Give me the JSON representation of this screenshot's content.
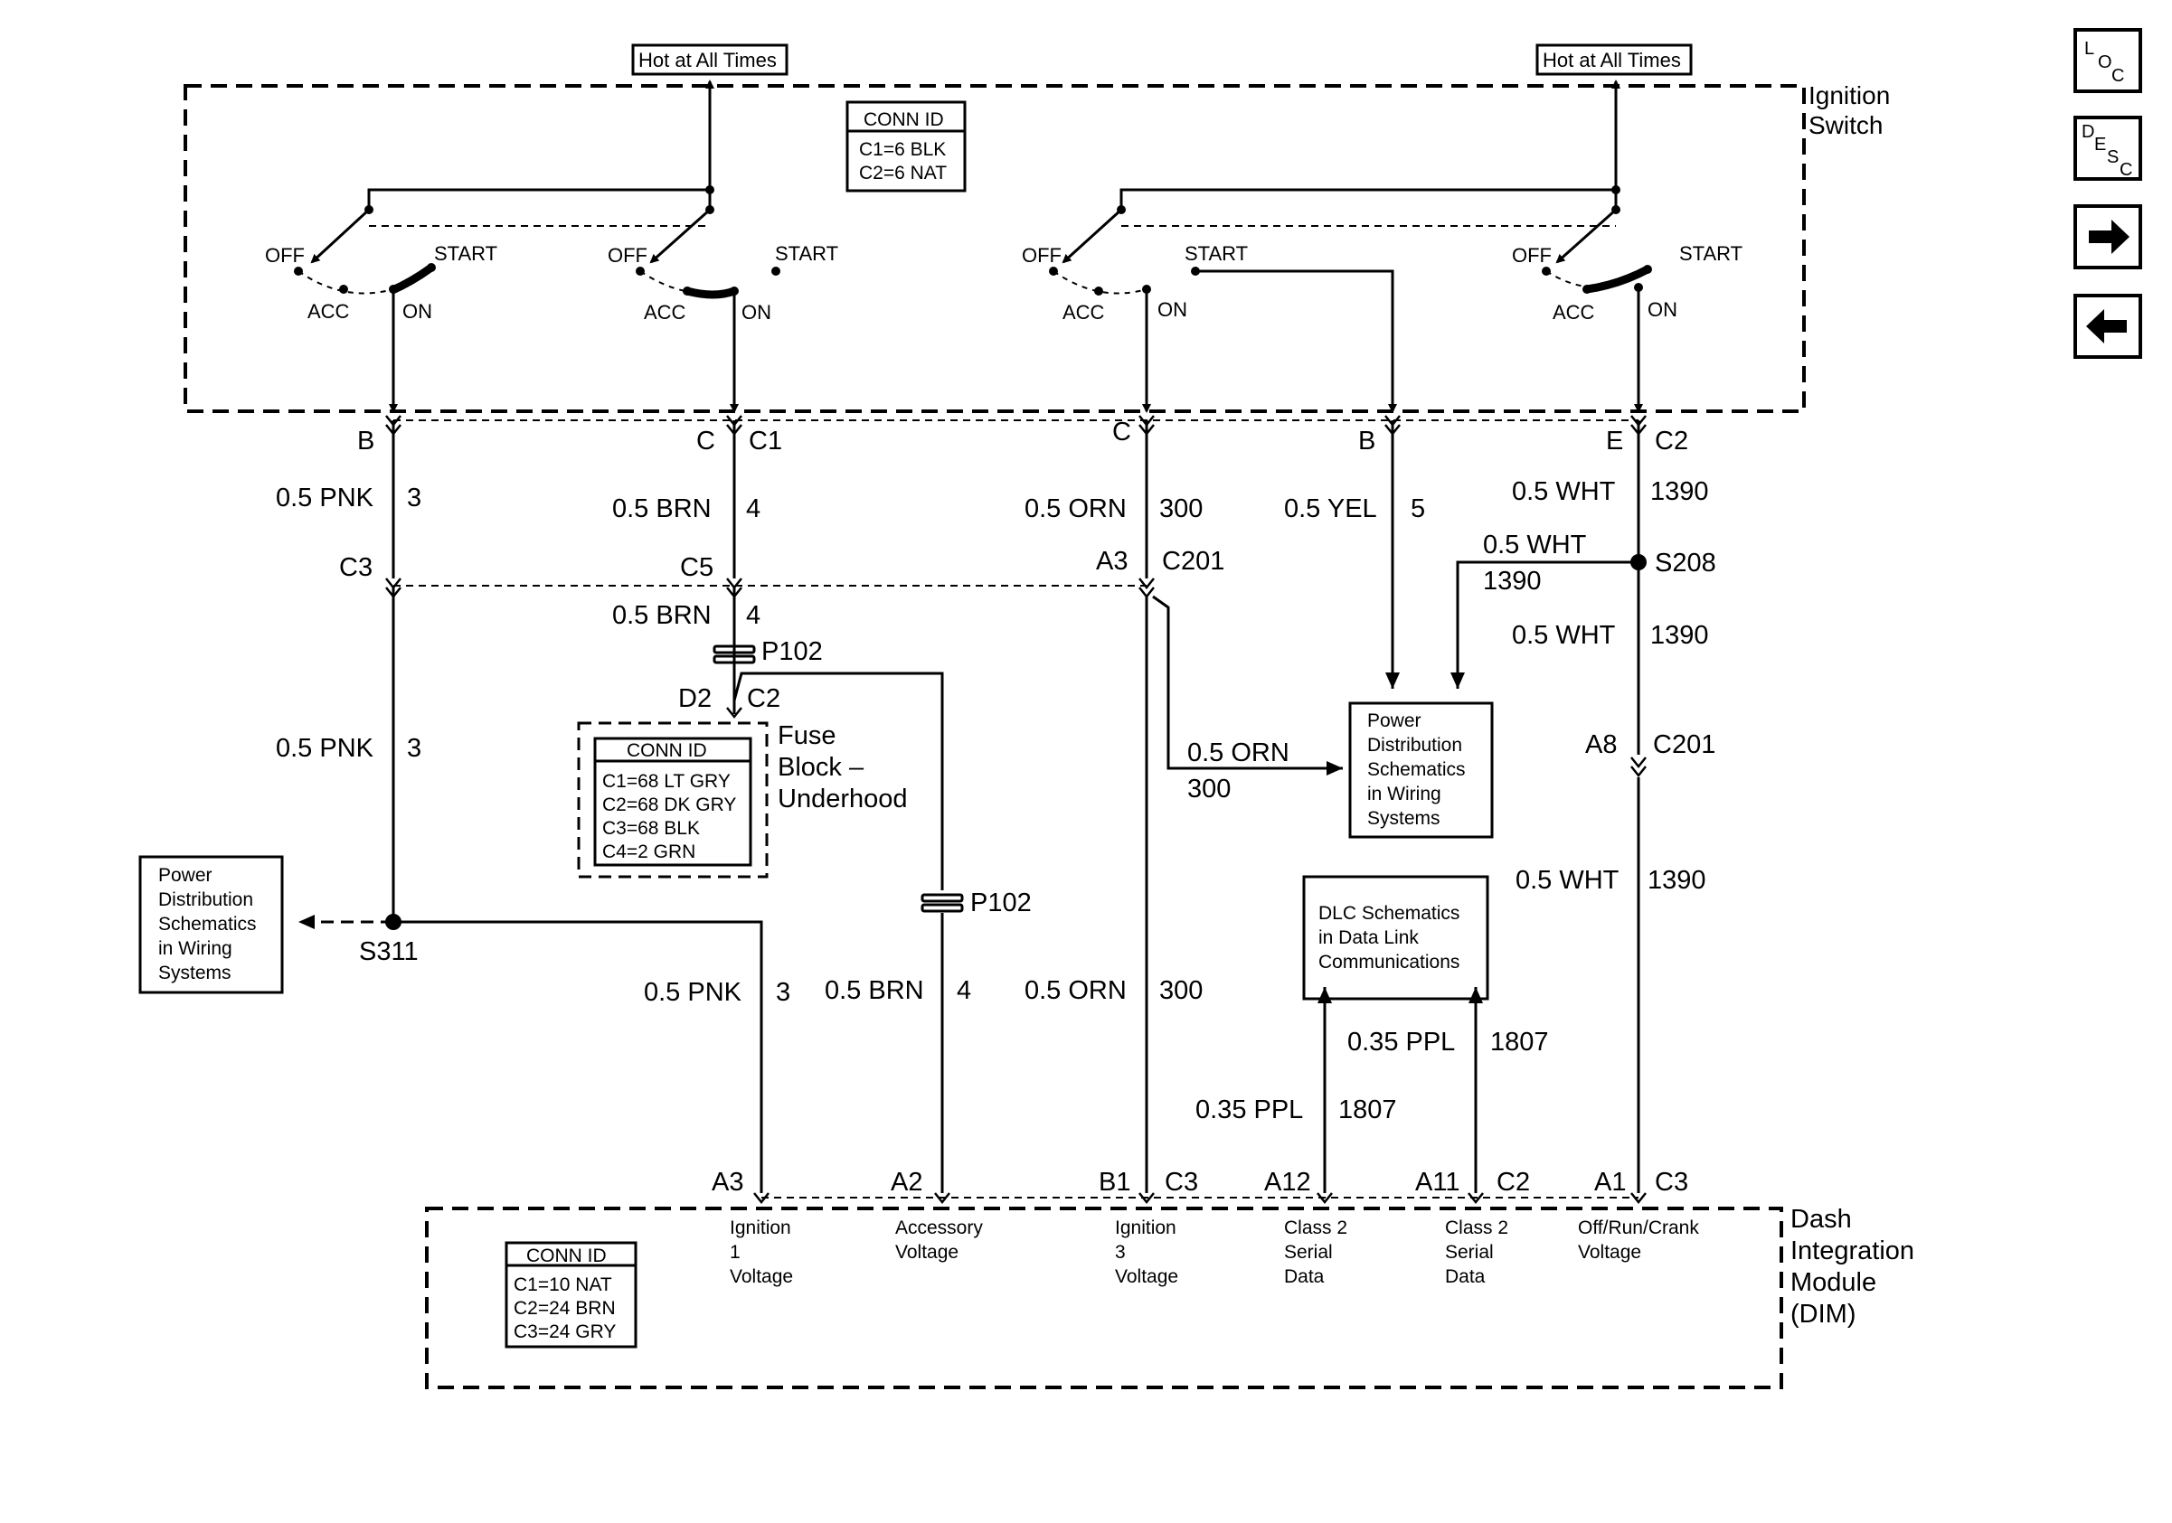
{
  "ignition_switch": {
    "title_line1": "Ignition",
    "title_line2": "Switch",
    "hot_at_all_times_left": "Hot at All Times",
    "hot_at_all_times_right": "Hot at All Times",
    "conn_id": {
      "title": "CONN ID",
      "lines": [
        "C1=6 BLK",
        "C2=6 NAT"
      ]
    },
    "positions": {
      "off": "OFF",
      "start": "START",
      "acc": "ACC",
      "on": "ON"
    }
  },
  "switch_pins": {
    "b1": "B",
    "c1": "C",
    "c1_conn": "C1",
    "c2": "C",
    "b2": "B",
    "e2": "E",
    "c2_conn": "C2"
  },
  "wires": {
    "pnk_top": "0.5 PNK",
    "pnk_top_n": "3",
    "brn_top": "0.5 BRN",
    "brn_top_n": "4",
    "orn_top": "0.5 ORN",
    "orn_top_n": "300",
    "yel_top": "0.5 YEL",
    "yel_top_n": "5",
    "wht_top": "0.5 WHT",
    "wht_top_n": "1390",
    "wht_splice": "0.5 WHT",
    "wht_splice_n": "1390",
    "wht_mid": "0.5 WHT",
    "wht_mid_n": "1390",
    "wht_low": "0.5 WHT",
    "wht_low_n": "1390",
    "brn_mid": "0.5 BRN",
    "brn_mid_n": "4",
    "pnk_mid": "0.5 PNK",
    "pnk_mid_n": "3",
    "orn_branch": "0.5 ORN",
    "orn_branch_n": "300",
    "pnk_low": "0.5 PNK",
    "pnk_low_n": "3",
    "brn_low": "0.5 BRN",
    "brn_low_n": "4",
    "orn_low": "0.5 ORN",
    "orn_low_n": "300",
    "ppl_a": "0.35 PPL",
    "ppl_a_n": "1807",
    "ppl_b": "0.35 PPL",
    "ppl_b_n": "1807"
  },
  "connectors": {
    "c3": "C3",
    "c5": "C5",
    "a3": "A3",
    "c201": "C201",
    "a8": "A8",
    "c201_b": "C201",
    "d2": "D2",
    "c2": "C2",
    "p102_top": "P102",
    "p102_low": "P102",
    "s208": "S208",
    "s311": "S311"
  },
  "fuse_block": {
    "title_line1": "Fuse",
    "title_line2": "Block –",
    "title_line3": "Underhood",
    "conn_id": {
      "title": "CONN ID",
      "lines": [
        "C1=68 LT GRY",
        "C2=68 DK GRY",
        "C3=68 BLK",
        "C4=2 GRN"
      ]
    }
  },
  "power_dist_left": {
    "lines": [
      "Power",
      "Distribution",
      "Schematics",
      "in Wiring",
      "Systems"
    ]
  },
  "power_dist_right": {
    "lines": [
      "Power",
      "Distribution",
      "Schematics",
      "in Wiring",
      "Systems"
    ]
  },
  "dlc_box": {
    "lines": [
      "DLC Schematics",
      "in Data Link",
      "Communications"
    ]
  },
  "dim": {
    "title_lines": [
      "Dash",
      "Integration",
      "Module",
      "(DIM)"
    ],
    "conn_id": {
      "title": "CONN ID",
      "lines": [
        "C1=10 NAT",
        "C2=24 BRN",
        "C3=24 GRY"
      ]
    },
    "pins": {
      "a3": "A3",
      "a2": "A2",
      "b1": "B1",
      "c3": "C3",
      "a12": "A12",
      "a11": "A11",
      "c2": "C2",
      "a1": "A1",
      "c3b": "C3"
    },
    "terminals": {
      "ign1": [
        "Ignition",
        "1",
        "Voltage"
      ],
      "acc": [
        "Accessory",
        "Voltage"
      ],
      "ign3": [
        "Ignition",
        "3",
        "Voltage"
      ],
      "class2a": [
        "Class 2",
        "Serial",
        "Data"
      ],
      "class2b": [
        "Class 2",
        "Serial",
        "Data"
      ],
      "offrun": [
        "Off/Run/Crank",
        "Voltage"
      ]
    }
  },
  "nav": {
    "loc": {
      "l": "L",
      "o": "O",
      "c": "C"
    },
    "desc": {
      "d": "D",
      "e": "E",
      "s": "S",
      "c": "C"
    },
    "next_icon": "arrow-right",
    "prev_icon": "arrow-left"
  }
}
